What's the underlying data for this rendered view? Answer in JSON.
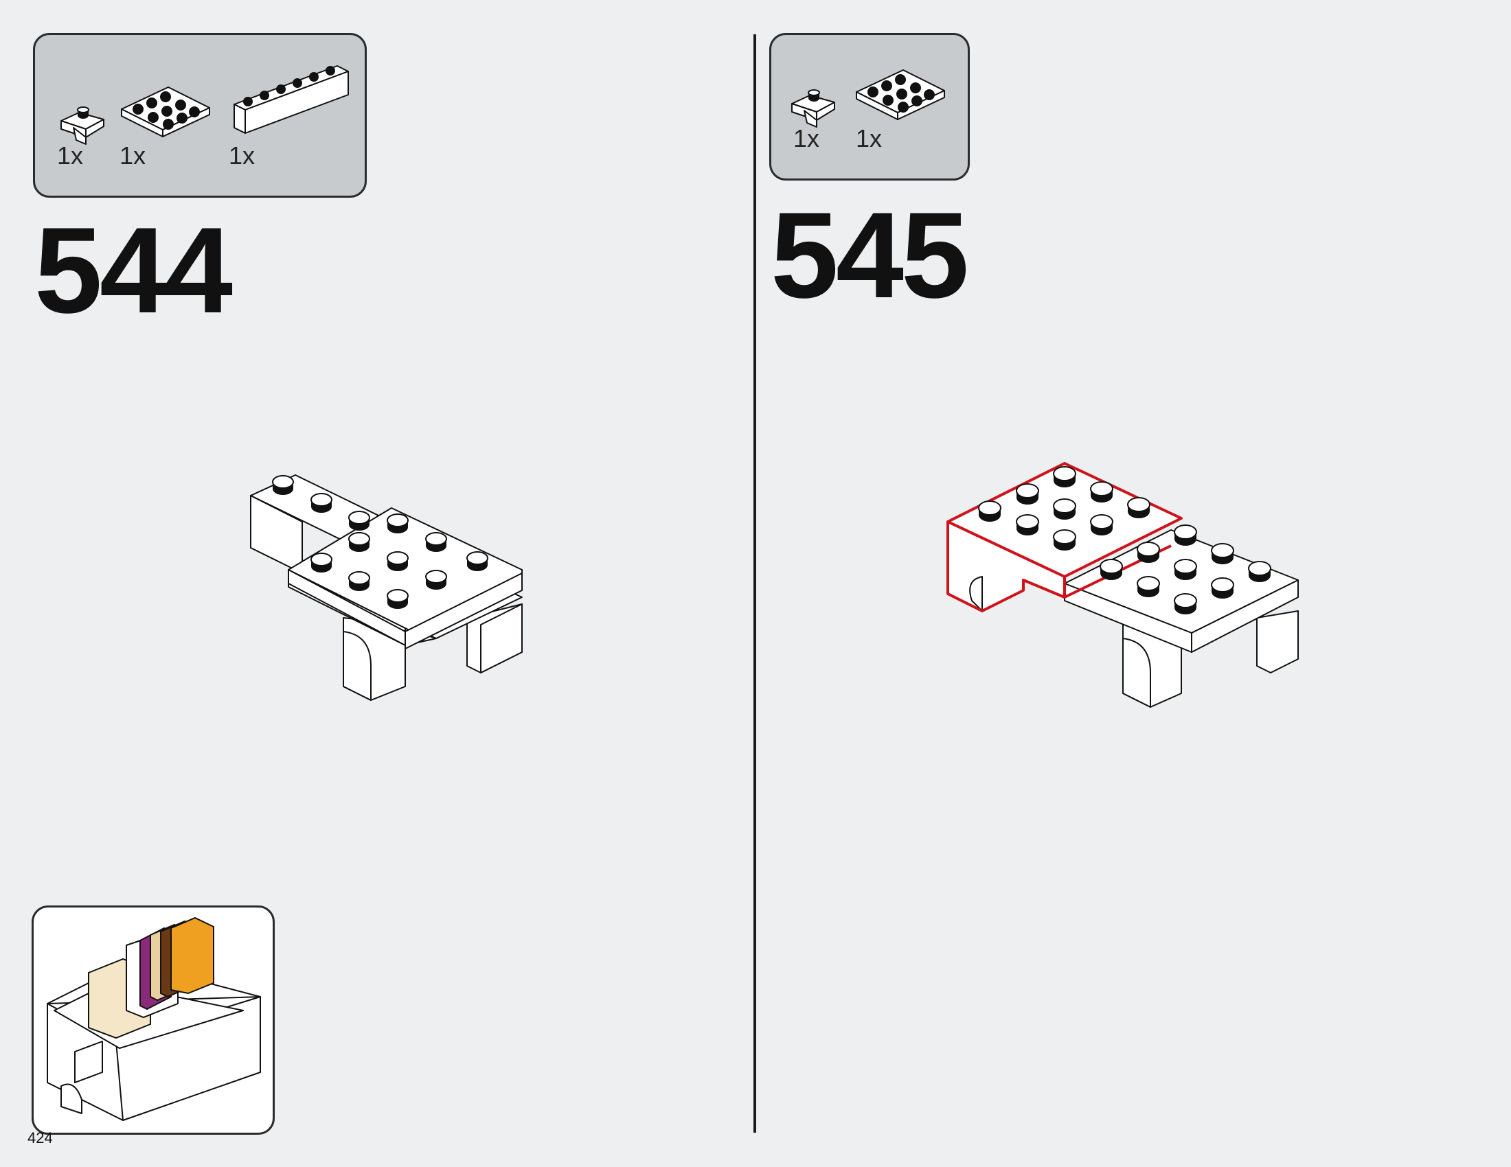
{
  "page": {
    "number": "424"
  },
  "steps": [
    {
      "number": "544",
      "parts": [
        {
          "qty": "1x",
          "icon": "bracket-piece-icon"
        },
        {
          "qty": "1x",
          "icon": "plate-2x4-icon"
        },
        {
          "qty": "1x",
          "icon": "brick-1x6-icon"
        }
      ]
    },
    {
      "number": "545",
      "parts": [
        {
          "qty": "1x",
          "icon": "bracket-piece-icon"
        },
        {
          "qty": "1x",
          "icon": "plate-2x4-icon"
        }
      ]
    }
  ],
  "colors": {
    "background": "#edeff1",
    "parts_box": "#c8cbce",
    "highlight": "#d0121b"
  }
}
